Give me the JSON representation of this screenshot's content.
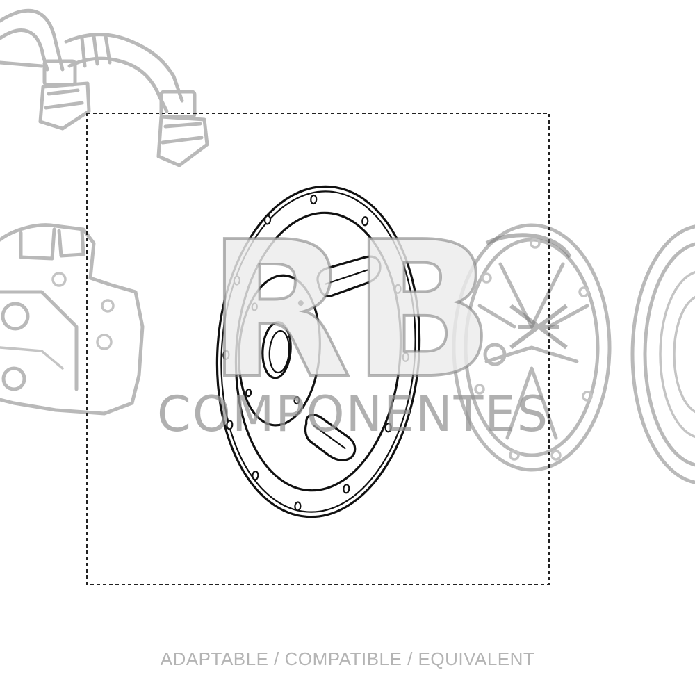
{
  "watermark": {
    "logo_text": "RB",
    "subtitle": "COMPONENTES"
  },
  "caption": "ADAPTABLE / COMPATIBLE / EQUIVALENT",
  "colors": {
    "background": "#ffffff",
    "line_art": "#111111",
    "faded_art": "#b9b9b9",
    "caption_text": "#b4b4b4"
  }
}
